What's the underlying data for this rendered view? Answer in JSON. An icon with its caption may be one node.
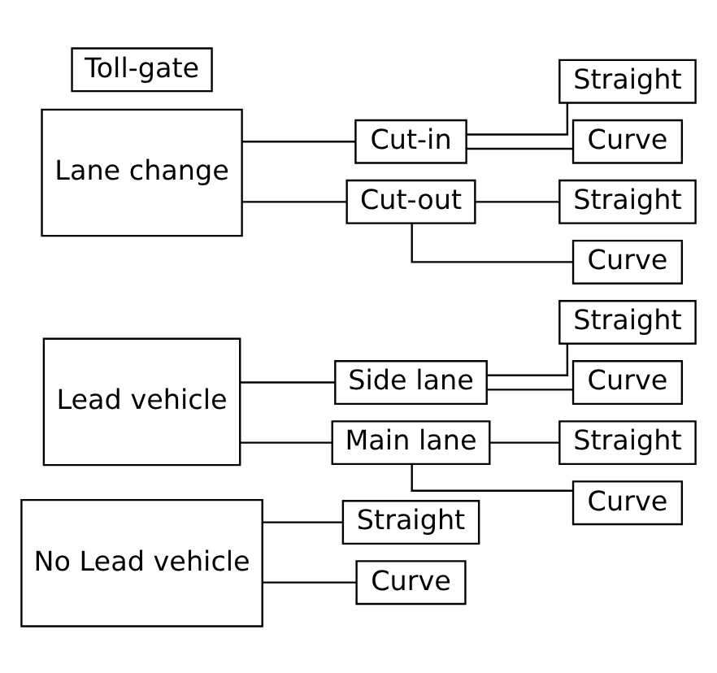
{
  "diagram": {
    "nodes": [
      {
        "text": [
          "No Lead vehicle"
        ]
      },
      {
        "text": [
          "Straight"
        ]
      },
      {
        "text": [
          "Curve"
        ]
      },
      {
        "text": [
          "Lead vehicle"
        ]
      },
      {
        "text": [
          "Side lane"
        ]
      },
      {
        "text": [
          "Straight"
        ]
      },
      {
        "text": [
          "Curve"
        ]
      },
      {
        "text": [
          "Main lane"
        ]
      },
      {
        "text": [
          "Straight"
        ]
      },
      {
        "text": [
          "Curve"
        ]
      },
      {
        "text": [
          "Lane change"
        ]
      },
      {
        "text": [
          "Cut-in"
        ]
      },
      {
        "text": [
          "Straight"
        ]
      },
      {
        "text": [
          "Curve"
        ]
      },
      {
        "text": [
          "Cut-out"
        ]
      },
      {
        "text": [
          "Straight"
        ]
      },
      {
        "text": [
          "Curve"
        ]
      },
      {
        "text": [
          "Toll-gate"
        ]
      }
    ],
    "edges": [
      {
        "from": 0,
        "to": 1,
        "arrow": "none"
      },
      {
        "from": 0,
        "to": 2,
        "arrow": "none"
      },
      {
        "from": 3,
        "to": 4,
        "arrow": "none"
      },
      {
        "from": 3,
        "to": 7,
        "arrow": "none"
      },
      {
        "from": 4,
        "to": 5,
        "arrow": "none"
      },
      {
        "from": 4,
        "to": 6,
        "arrow": "none"
      },
      {
        "from": 7,
        "to": 8,
        "arrow": "none"
      },
      {
        "from": 7,
        "to": 9,
        "arrow": "none"
      },
      {
        "from": 10,
        "to": 11,
        "arrow": "none"
      },
      {
        "from": 10,
        "to": 14,
        "arrow": "none"
      },
      {
        "from": 11,
        "to": 12,
        "arrow": "none"
      },
      {
        "from": 11,
        "to": 13,
        "arrow": "none"
      },
      {
        "from": 14,
        "to": 15,
        "arrow": "none"
      },
      {
        "from": 14,
        "to": 16,
        "arrow": "none"
      }
    ]
  }
}
